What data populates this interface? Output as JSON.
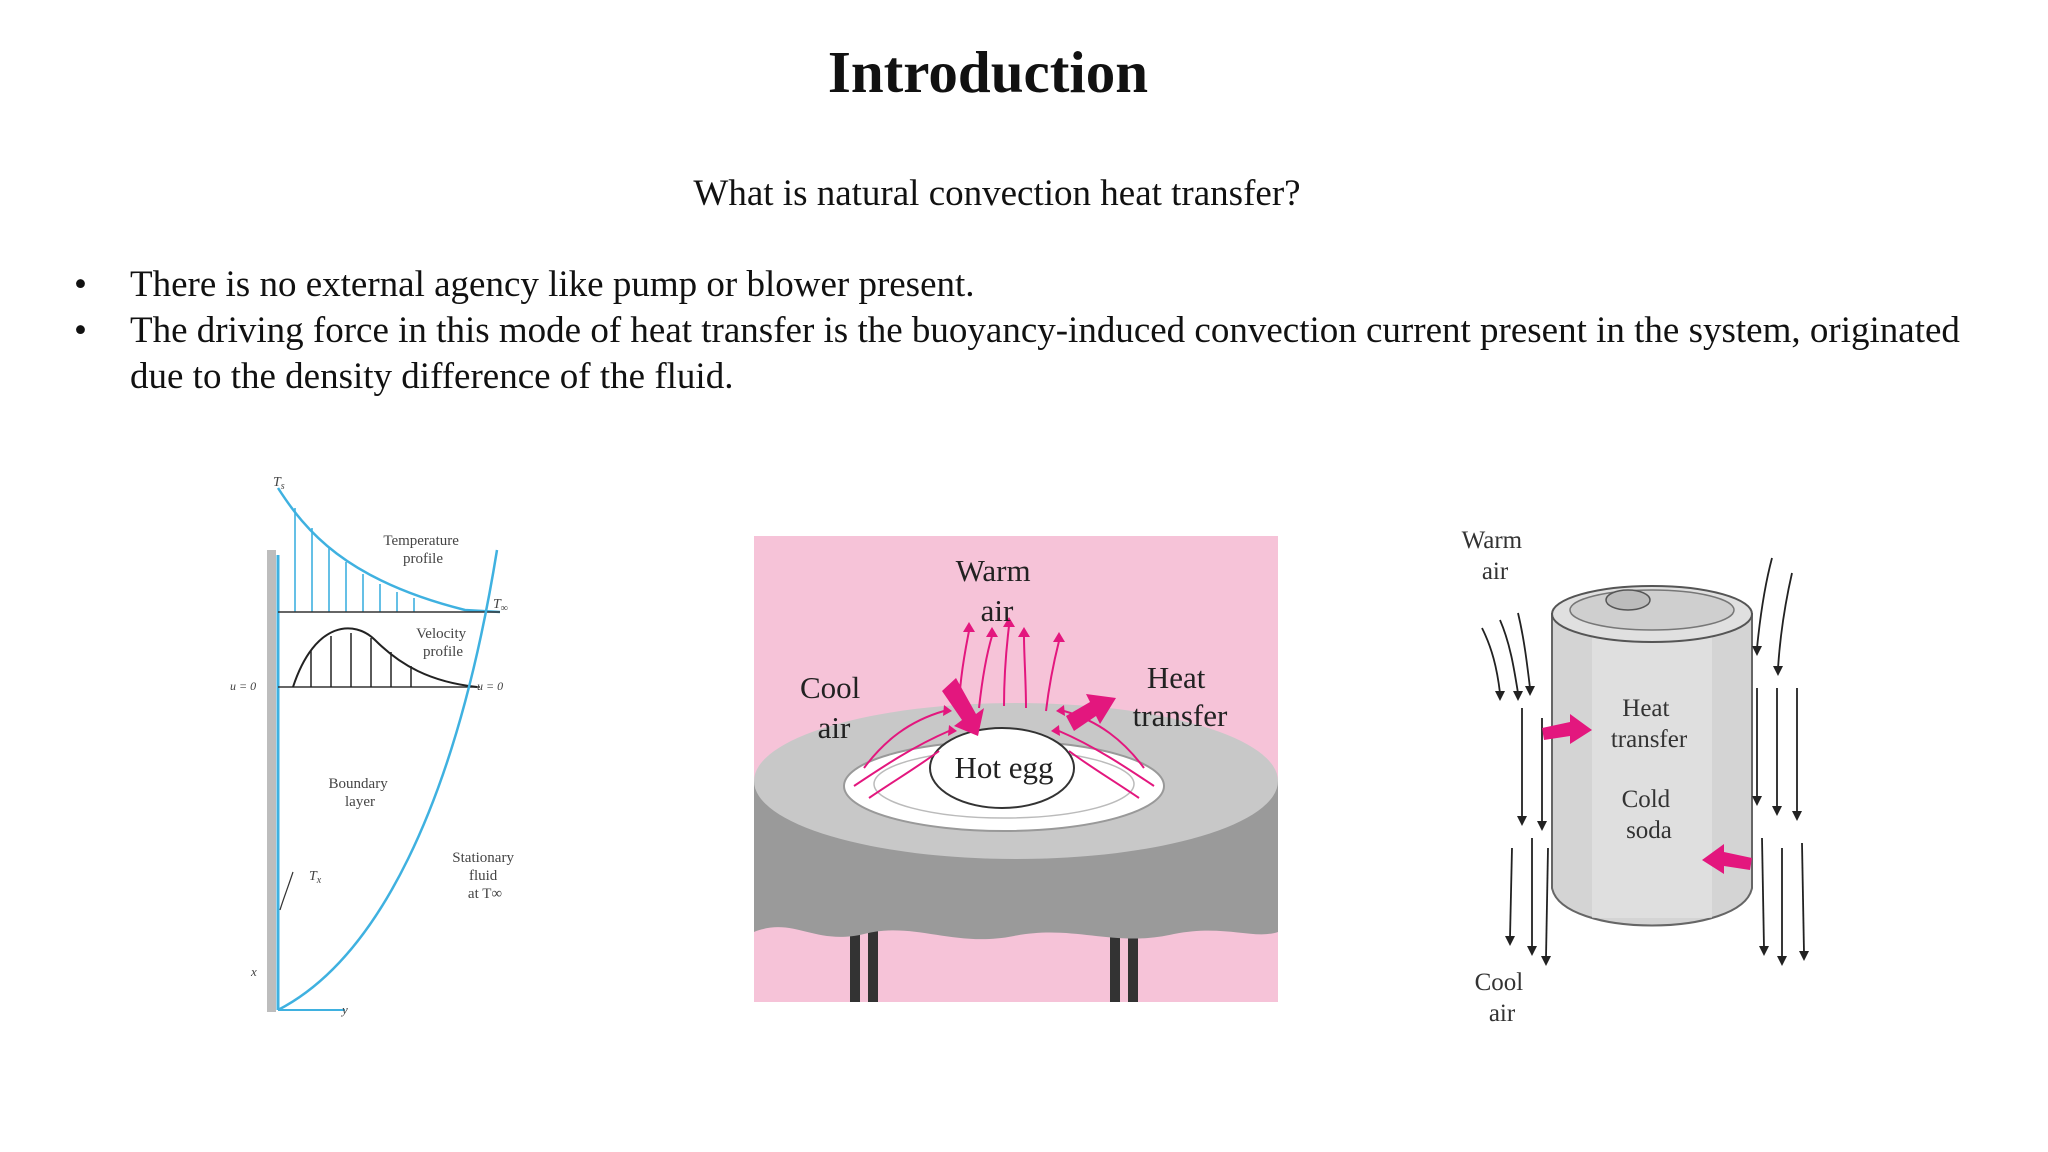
{
  "slide": {
    "title": "Introduction",
    "subtitle": "What is natural convection heat transfer?",
    "bullets": [
      "There is no external agency like pump or blower present.",
      "The driving force in this mode of heat transfer is the buoyancy-induced  convection current present in the system, originated due to the density difference of the fluid."
    ]
  },
  "figure1": {
    "ts_label": "T",
    "ts_sub": "s",
    "temperature_profile": [
      "Temperature",
      "profile"
    ],
    "tinf_label": "T",
    "tinf_sub": "∞",
    "velocity_profile": [
      "Velocity",
      "profile"
    ],
    "u0_left": "u = 0",
    "u0_right": "u = 0",
    "boundary_layer": [
      "Boundary",
      "layer"
    ],
    "stationary_fluid": [
      "Stationary",
      "fluid",
      "at T∞"
    ],
    "tx_label": "T",
    "tx_sub": "x",
    "x_axis": "x",
    "y_axis": "y"
  },
  "figure2": {
    "warm_air": [
      "Warm",
      "air"
    ],
    "cool_air": [
      "Cool",
      "air"
    ],
    "heat_transfer": [
      "Heat",
      "transfer"
    ],
    "hot_egg": "Hot egg",
    "colors": {
      "background": "#f6c3d8",
      "arrows": "#e3177e",
      "cloth": "#c8c8c8"
    }
  },
  "figure3": {
    "warm_air": [
      "Warm",
      "air"
    ],
    "heat_transfer": [
      "Heat",
      "transfer"
    ],
    "cold_soda": [
      "Cold",
      "soda"
    ],
    "cool_air": [
      "Cool",
      "air"
    ],
    "colors": {
      "arrows": "#e3177e",
      "can": "#d4d4d4"
    }
  }
}
